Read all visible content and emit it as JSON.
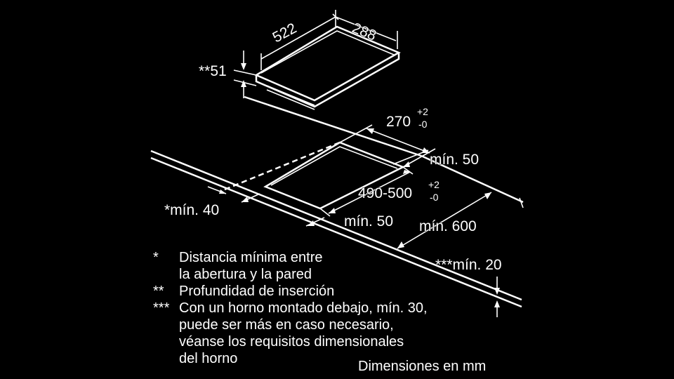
{
  "dimensions": {
    "d522": "522",
    "d288": "288",
    "d51": "**51",
    "d270": "270",
    "d270_sup": "+2",
    "d270_sub": "-0",
    "min50_right": "mín. 50",
    "d490": "490-500",
    "d490_sup": "+2",
    "d490_sub": "-0",
    "min40": "*mín. 40",
    "min50_bottom": "mín. 50",
    "min600": "mín. 600",
    "min20": "***mín. 20"
  },
  "notes": [
    {
      "mark": "*",
      "lines": [
        "Distancia mínima entre",
        "la abertura y la pared"
      ]
    },
    {
      "mark": "**",
      "lines": [
        "Profundidad de inserción"
      ]
    },
    {
      "mark": "***",
      "lines": [
        "Con un horno montado debajo, mín. 30,",
        "puede ser más en caso necesario,",
        "véanse los requisitos dimensionales",
        "del horno"
      ]
    }
  ],
  "footer": "Dimensiones en mm"
}
